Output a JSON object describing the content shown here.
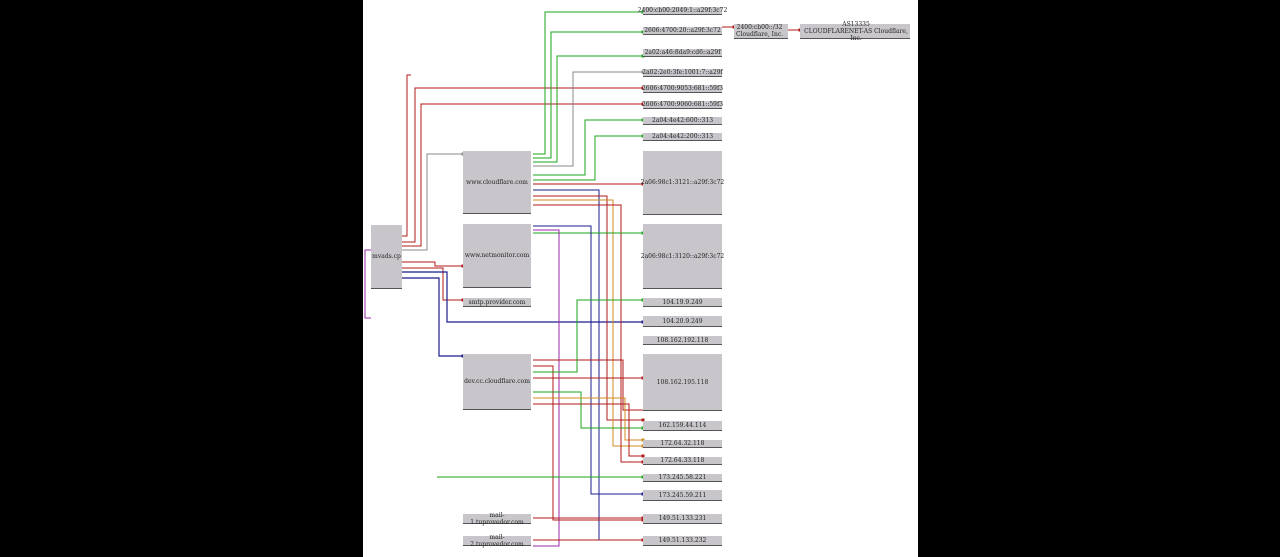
{
  "colors": {
    "background": "#000000",
    "canvas": "#ffffff",
    "node_fill": "#c8c6cb",
    "green": "#1aa51a",
    "red": "#b01818",
    "blue": "#1c1c8c",
    "purple": "#9a2aa8",
    "orange": "#d18a1e",
    "gray": "#8a8a8a"
  },
  "nodes": {
    "root": "mvads.cp",
    "www_cloudflare": "www.cloudflare.com",
    "www_netmonitor": "www.netmonitor.com",
    "small_sub": "smtp.provider.com",
    "dev_cloudflare": "dev.cc.cloudflare.com",
    "mail_1": "mail-1.tuprovedor.com",
    "mail_2": "mail-2.tuprovedor.com",
    "v6_1": "2400:cb00:2049:1::a29f:3c72",
    "v6_2": "2606:4700:20::a29f:3c72",
    "v6_3": "2a02:a46:8da9:cd6::a29f",
    "v6_4": "2a02:2e0:3fe:1001:7::a29f",
    "v6_5": "2606:4700:9053:681::59f3",
    "v6_6": "2606:4700:9060:681::59f3",
    "v6_7": "2a04:4e42:600::313",
    "v6_8": "2a04:4e42:200::313",
    "big_1": "2a06:98c1:3121::a29f:3c72",
    "big_2": "2a06:98c1:3120::a29f:3c72",
    "ip_1": "104.19.9.249",
    "ip_2": "104.20.9.249",
    "ip_3": "108.162.192.118",
    "big_3": "108.162.195.118",
    "ip_4": "162.159.44.114",
    "ip_5": "172.64.32.118",
    "ip_6": "172.64.33.118",
    "ip_7": "173.245.58.221",
    "ip_8": "173.245.59.211",
    "ip_9": "149.51.133.231",
    "ip_10": "149.51.133.232",
    "asn_net": "2400:cb00::/32\nCloudflare, Inc.",
    "asn": "AS13335\nCLOUDFLARENET-AS Cloudflare, Inc."
  }
}
